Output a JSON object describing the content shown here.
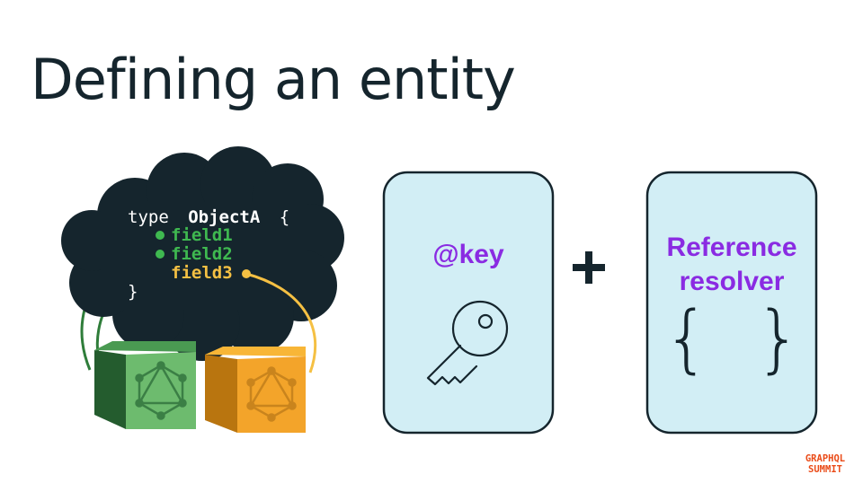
{
  "slide": {
    "title": "Defining an entity"
  },
  "code": {
    "type_keyword": "type",
    "type_name": "ObjectA",
    "open_brace": "{",
    "fields": [
      "field1",
      "field2",
      "field3"
    ],
    "close_brace": "}"
  },
  "cards": {
    "key": {
      "label": "@key"
    },
    "plus": "+",
    "resolver": {
      "line1": "Reference",
      "line2": "resolver",
      "brace_open": "{",
      "brace_close": "}"
    }
  },
  "logo": {
    "line1": "GRAPHQL",
    "line2": "SUMMIT"
  },
  "colors": {
    "title": "#15252d",
    "cloud": "#15252d",
    "field_green": "#3fb950",
    "field_yellow": "#f5c043",
    "card_fill": "#d2eef5",
    "card_stroke": "#15252d",
    "accent_purple": "#8a2be2",
    "green_cube": "#2d7a3a",
    "orange_cube": "#f0a21f",
    "logo": "#ea4b18"
  },
  "icons": [
    "graphql-logo-icon",
    "key-icon",
    "plus-icon"
  ]
}
